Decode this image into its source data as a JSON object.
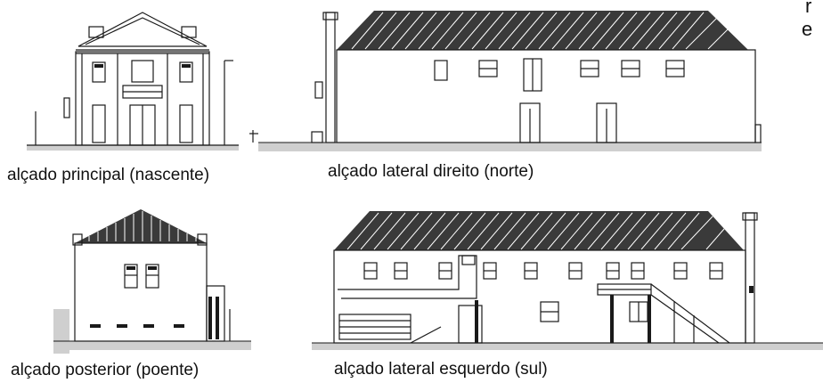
{
  "captions": {
    "principal": "alçado principal (nascente)",
    "lateral_direito": "alçado lateral direito (norte)",
    "posterior": "alçado posterior (poente)",
    "lateral_esquerdo": "alçado lateral esquerdo (sul)"
  },
  "edge_text": {
    "line1": "r",
    "line2": "e"
  },
  "colors": {
    "roof": "#3a3a3a",
    "line": "#1a1a1a",
    "ground": "#c8c8c8"
  }
}
